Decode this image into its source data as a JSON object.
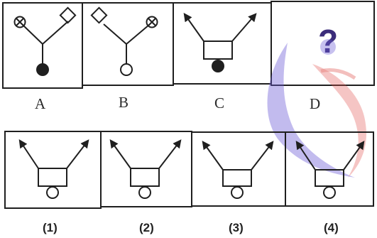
{
  "question_row": {
    "labels": [
      "A",
      "B",
      "C",
      "D"
    ],
    "unknown_mark": "?"
  },
  "answer_row": {
    "labels": [
      "(1)",
      "(2)",
      "(3)",
      "(4)"
    ]
  },
  "watermark": {
    "description": "logo",
    "colors": [
      "#6b5bd6",
      "#e0554f"
    ]
  },
  "colors": {
    "ink": "#1f1f1f",
    "background": "#ffffff"
  }
}
